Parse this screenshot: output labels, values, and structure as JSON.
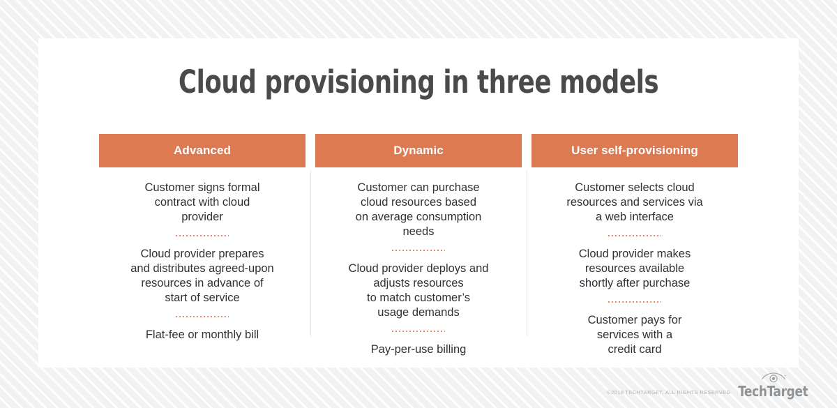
{
  "title": "Cloud provisioning in three models",
  "colors": {
    "header_orange": "#dd7a52",
    "divider_dots": "#ea8763",
    "title_text": "#4a4a4a",
    "body_text": "#2e3236",
    "card_background": "#ffffff",
    "page_background": "#f4f4f4",
    "column_rule": "#e3e7ea",
    "footer_text": "#aeb2b5"
  },
  "columns": [
    {
      "header": "Advanced",
      "items": [
        "Customer signs formal\ncontract with cloud\nprovider",
        "Cloud provider prepares\nand distributes agreed-upon\nresources in advance of\nstart of service",
        "Flat-fee or monthly bill"
      ]
    },
    {
      "header": "Dynamic",
      "items": [
        "Customer can purchase\ncloud resources based\non average consumption\nneeds",
        "Cloud provider deploys and\nadjusts resources\nto match customer’s\nusage demands",
        "Pay-per-use billing"
      ]
    },
    {
      "header": "User self-provisioning",
      "items": [
        "Customer selects cloud\nresources and services via\na web interface",
        "Cloud provider makes\nresources available\nshortly after purchase",
        "Customer pays for\nservices with a\ncredit card"
      ]
    }
  ],
  "footer": {
    "copyright": "©2018 TECHTARGET. ALL RIGHTS RESERVED",
    "logo_text": "TechTarget",
    "logo_icon": "eye-icon"
  }
}
